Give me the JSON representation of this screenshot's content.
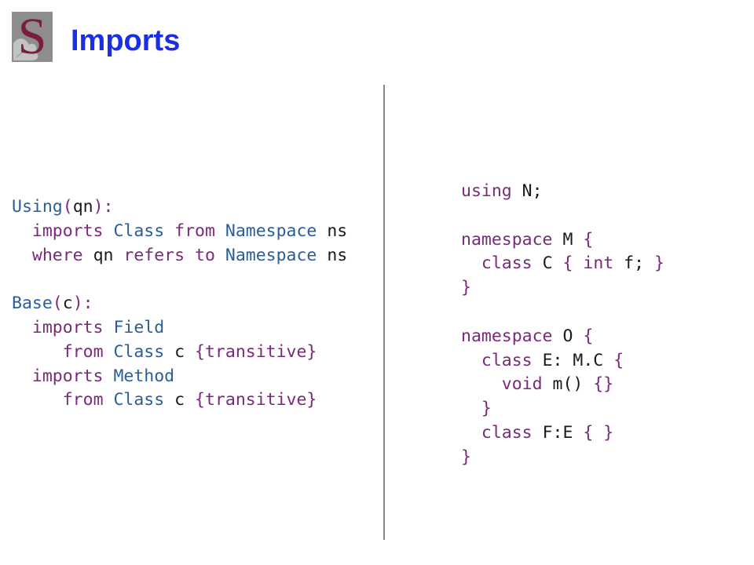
{
  "header": {
    "logo_letter": "S",
    "title": "Imports"
  },
  "colors": {
    "title": "#1a2ee8",
    "keyword": "#7a2a7a",
    "type": "#2a5d9a",
    "identifier": "#1a1a1a",
    "logo_bg": "#8d8d8d",
    "logo_letter": "#7a1e3a"
  },
  "left_code": [
    [
      {
        "t": "Using",
        "c": "type"
      },
      {
        "t": "(",
        "c": "brace"
      },
      {
        "t": "qn",
        "c": "id"
      },
      {
        "t": "):",
        "c": "brace"
      }
    ],
    [
      {
        "t": "  ",
        "c": "id"
      },
      {
        "t": "imports",
        "c": "kw"
      },
      {
        "t": " ",
        "c": "id"
      },
      {
        "t": "Class",
        "c": "type"
      },
      {
        "t": " ",
        "c": "id"
      },
      {
        "t": "from",
        "c": "kw"
      },
      {
        "t": " ",
        "c": "id"
      },
      {
        "t": "Namespace",
        "c": "type"
      },
      {
        "t": " ns",
        "c": "id"
      }
    ],
    [
      {
        "t": "  ",
        "c": "id"
      },
      {
        "t": "where",
        "c": "kw"
      },
      {
        "t": " qn ",
        "c": "id"
      },
      {
        "t": "refers",
        "c": "kw"
      },
      {
        "t": " ",
        "c": "id"
      },
      {
        "t": "to",
        "c": "kw"
      },
      {
        "t": " ",
        "c": "id"
      },
      {
        "t": "Namespace",
        "c": "type"
      },
      {
        "t": " ns",
        "c": "id"
      }
    ],
    [
      {
        "t": "",
        "c": "id"
      }
    ],
    [
      {
        "t": "Base",
        "c": "type"
      },
      {
        "t": "(",
        "c": "brace"
      },
      {
        "t": "c",
        "c": "id"
      },
      {
        "t": "):",
        "c": "brace"
      }
    ],
    [
      {
        "t": "  ",
        "c": "id"
      },
      {
        "t": "imports",
        "c": "kw"
      },
      {
        "t": " ",
        "c": "id"
      },
      {
        "t": "Field",
        "c": "type"
      }
    ],
    [
      {
        "t": "     ",
        "c": "id"
      },
      {
        "t": "from",
        "c": "kw"
      },
      {
        "t": " ",
        "c": "id"
      },
      {
        "t": "Class",
        "c": "type"
      },
      {
        "t": " c ",
        "c": "id"
      },
      {
        "t": "{transitive}",
        "c": "brace"
      }
    ],
    [
      {
        "t": "  ",
        "c": "id"
      },
      {
        "t": "imports",
        "c": "kw"
      },
      {
        "t": " ",
        "c": "id"
      },
      {
        "t": "Method",
        "c": "type"
      }
    ],
    [
      {
        "t": "     ",
        "c": "id"
      },
      {
        "t": "from",
        "c": "kw"
      },
      {
        "t": " ",
        "c": "id"
      },
      {
        "t": "Class",
        "c": "type"
      },
      {
        "t": " c ",
        "c": "id"
      },
      {
        "t": "{transitive}",
        "c": "brace"
      }
    ]
  ],
  "right_code": [
    [
      {
        "t": "using",
        "c": "kw"
      },
      {
        "t": " N;",
        "c": "id"
      }
    ],
    [
      {
        "t": "",
        "c": "id"
      }
    ],
    [
      {
        "t": "namespace",
        "c": "kw"
      },
      {
        "t": " M ",
        "c": "id"
      },
      {
        "t": "{",
        "c": "brace"
      }
    ],
    [
      {
        "t": "  ",
        "c": "id"
      },
      {
        "t": "class",
        "c": "kw"
      },
      {
        "t": " C ",
        "c": "id"
      },
      {
        "t": "{",
        "c": "brace"
      },
      {
        "t": " ",
        "c": "id"
      },
      {
        "t": "int",
        "c": "kw"
      },
      {
        "t": " f; ",
        "c": "id"
      },
      {
        "t": "}",
        "c": "brace"
      }
    ],
    [
      {
        "t": "}",
        "c": "brace"
      }
    ],
    [
      {
        "t": "",
        "c": "id"
      }
    ],
    [
      {
        "t": "namespace",
        "c": "kw"
      },
      {
        "t": " O ",
        "c": "id"
      },
      {
        "t": "{",
        "c": "brace"
      }
    ],
    [
      {
        "t": "  ",
        "c": "id"
      },
      {
        "t": "class",
        "c": "kw"
      },
      {
        "t": " E: M.C ",
        "c": "id"
      },
      {
        "t": "{",
        "c": "brace"
      }
    ],
    [
      {
        "t": "    ",
        "c": "id"
      },
      {
        "t": "void",
        "c": "kw"
      },
      {
        "t": " m() ",
        "c": "id"
      },
      {
        "t": "{}",
        "c": "brace"
      }
    ],
    [
      {
        "t": "  ",
        "c": "id"
      },
      {
        "t": "}",
        "c": "brace"
      }
    ],
    [
      {
        "t": "  ",
        "c": "id"
      },
      {
        "t": "class",
        "c": "kw"
      },
      {
        "t": " F:E ",
        "c": "id"
      },
      {
        "t": "{",
        "c": "brace"
      },
      {
        "t": " ",
        "c": "id"
      },
      {
        "t": "}",
        "c": "brace"
      }
    ],
    [
      {
        "t": "}",
        "c": "brace"
      }
    ]
  ]
}
